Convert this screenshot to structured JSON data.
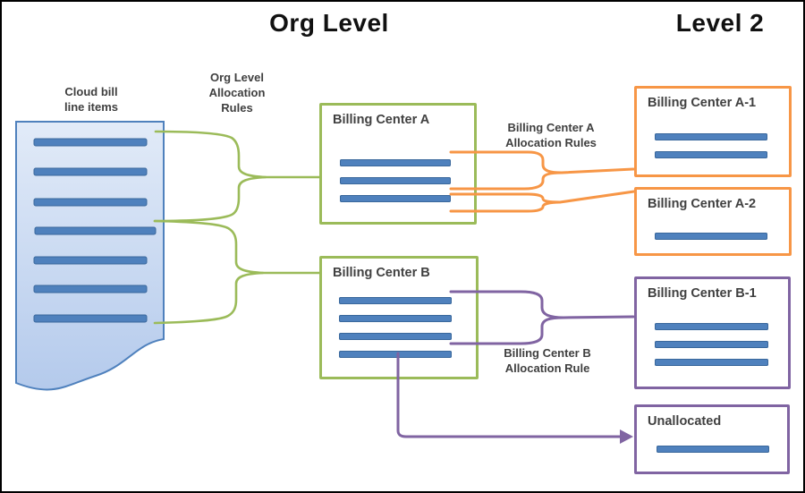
{
  "header": {
    "org_level_title": "Org Level",
    "level2_title": "Level 2"
  },
  "document": {
    "label_line1": "Cloud bill",
    "label_line2": "line items",
    "line_count": 7
  },
  "connector_labels": {
    "org_rules_line1": "Org Level",
    "org_rules_line2": "Allocation",
    "org_rules_line3": "Rules",
    "center_a_rules_line1": "Billing Center A",
    "center_a_rules_line2": "Allocation Rules",
    "center_b_rules_line1": "Billing Center B",
    "center_b_rules_line2": "Allocation Rule"
  },
  "boxes": {
    "center_a": {
      "title": "Billing Center A",
      "line_count": 3
    },
    "center_b": {
      "title": "Billing Center B",
      "line_count": 4
    },
    "center_a1": {
      "title": "Billing Center A-1",
      "line_count": 2
    },
    "center_a2": {
      "title": "Billing Center A-2",
      "line_count": 1
    },
    "center_b1": {
      "title": "Billing Center B-1",
      "line_count": 3
    },
    "unallocated": {
      "title": "Unallocated",
      "line_count": 1
    }
  },
  "colors": {
    "org_connector_green": "#9BBB59",
    "level2_connector_orange": "#F79646",
    "level2_connector_purple": "#8064A2",
    "bill_line_blue": "#4F81BD",
    "doc_fill_top": "#DFE9F7",
    "doc_fill_bottom": "#B4CAEC",
    "label_text": "#3F3F3F"
  }
}
